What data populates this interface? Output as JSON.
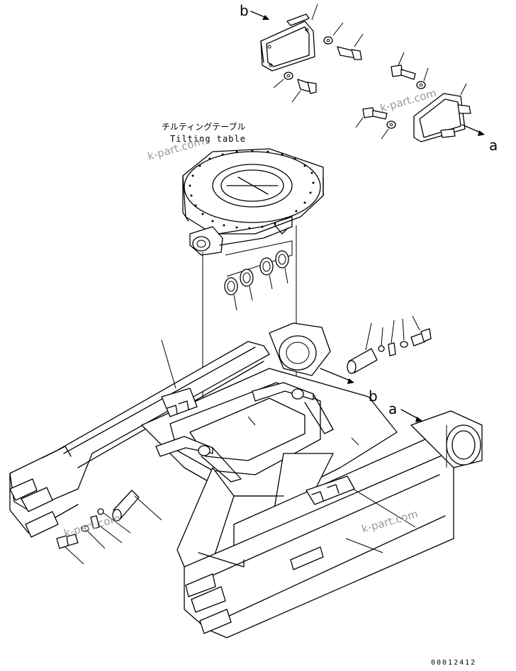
{
  "diagram": {
    "title_jp": "チルティングテーブル",
    "title_en": "Tilting table",
    "callout_b": "b",
    "callout_a": "a",
    "watermark": "k-part.com",
    "drawing_code": "00012412"
  }
}
